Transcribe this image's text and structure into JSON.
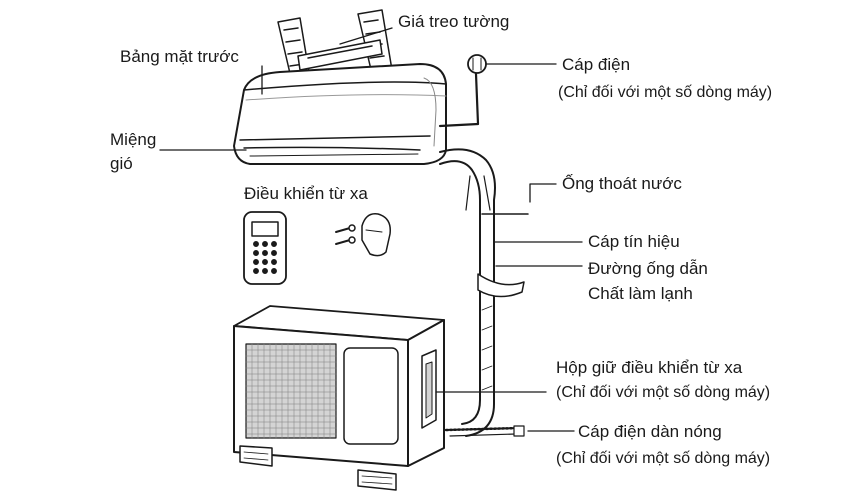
{
  "labels": {
    "wall_bracket": "Giá treo tường",
    "front_panel": "Bảng mặt trước",
    "air_outlet_1": "Miệng",
    "air_outlet_2": "gió",
    "remote": "Điều khiển từ xa",
    "power_cable": "Cáp điện",
    "power_cable_note": "(Chỉ đối với một số dòng máy)",
    "drain_hose": "Ống thoát nước",
    "signal_cable": "Cáp tín hiệu",
    "refrigerant_pipe_1": "Đường ống dẫn",
    "refrigerant_pipe_2": "Chất làm lạnh",
    "remote_holder": "Hộp giữ điều khiển từ xa",
    "remote_holder_note": "(Chỉ đối với một số dòng máy)",
    "outdoor_power_cable": "Cáp điện dàn nóng",
    "outdoor_power_cable_note": "(Chỉ đối với một số dòng máy)"
  },
  "colors": {
    "stroke": "#1a1a1a",
    "fill": "#ffffff",
    "shade": "#d4d4d4"
  }
}
